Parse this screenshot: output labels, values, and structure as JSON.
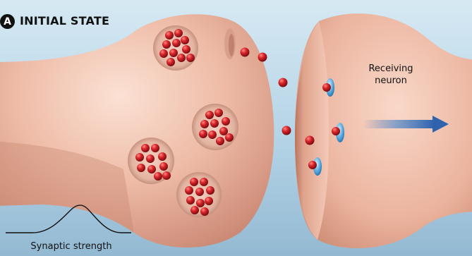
{
  "panel": {
    "badge_letter": "A",
    "title": "INITIAL STATE"
  },
  "labels": {
    "receiving_line1": "Receiving",
    "receiving_line2": "neuron",
    "synaptic_strength": "Synaptic strength"
  },
  "colors": {
    "background_top": "#bcd9ea",
    "background_bottom": "#8cb3ce",
    "neuron_skin_light": "#f6d2c3",
    "neuron_skin_mid": "#e9ad97",
    "neuron_skin_dark": "#c98570",
    "neurotransmitter": "#d8242b",
    "receptor": "#4a9fd6",
    "signal_arrow": "#3a6fb5"
  },
  "icons": {
    "signal_arrow": "right-arrow-icon",
    "strength_curve": "bell-curve-icon"
  }
}
